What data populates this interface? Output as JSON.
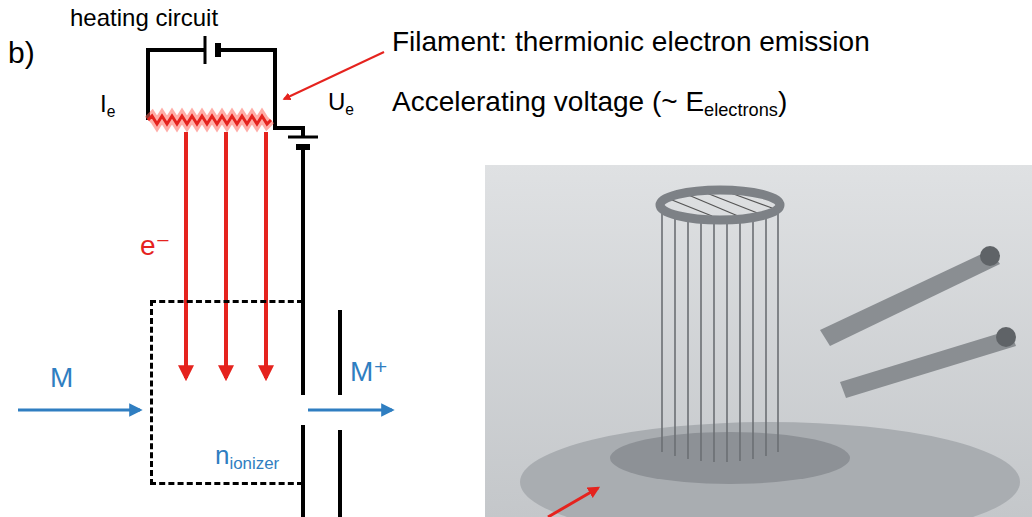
{
  "diagram": {
    "nodes": [
      {
        "text": [
          "n",
          "ionizer"
        ]
      }
    ],
    "labels": [
      "heating circuit",
      "b)",
      "I",
      "e",
      "Filament: thermionic electron emission",
      "U",
      "e",
      "Accelerating voltage (~ E",
      "electrons",
      ")",
      "e⁻",
      "M",
      "M⁺"
    ]
  }
}
